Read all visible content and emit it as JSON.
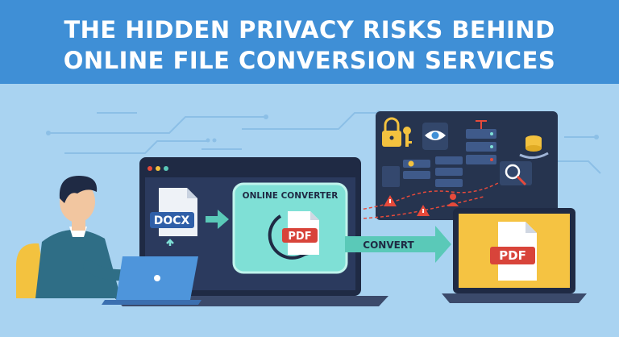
{
  "banner": {
    "line1": "THE HIDDEN PRIVACY RISKS BEHIND",
    "line2": "ONLINE FILE CONVERSION SERVICES"
  },
  "converter": {
    "title": "ONLINE CONVERTER",
    "input_format": "DOCX",
    "output_format": "PDF",
    "convert_label": "CONVERT",
    "result_format": "PDF"
  },
  "colors": {
    "banner": "#3f8fd6",
    "background": "#a9d3f1",
    "docx_badge": "#2f5fa8",
    "pdf_badge": "#d8443a",
    "converter_panel": "#7fe0d6",
    "arrow": "#5ac9b8",
    "server_panel": "#26344f",
    "result_screen": "#f5c342",
    "warning": "#e64a3b"
  },
  "icons": [
    "laptop-icon",
    "document-icon",
    "refresh-arrow-icon",
    "padlock-icon",
    "key-icon",
    "eye-icon",
    "server-icon",
    "magnifier-icon",
    "warning-icon",
    "user-icon"
  ]
}
